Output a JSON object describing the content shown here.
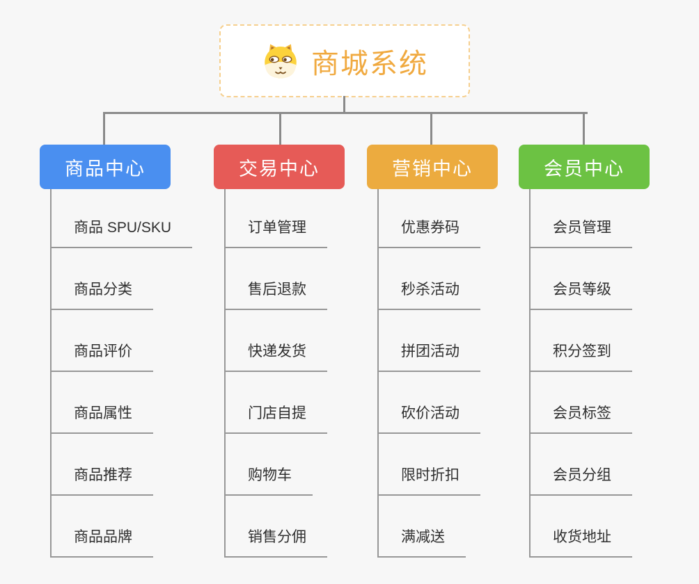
{
  "root": {
    "title": "商城系统",
    "icon": "dog-face-icon",
    "accent_color": "#f0a93f",
    "border_color": "#f6cf8d"
  },
  "branches": [
    {
      "label": "商品中心",
      "color": "#4a8ff0",
      "items": [
        "商品 SPU/SKU",
        "商品分类",
        "商品评价",
        "商品属性",
        "商品推荐",
        "商品品牌"
      ]
    },
    {
      "label": "交易中心",
      "color": "#e65b57",
      "items": [
        "订单管理",
        "售后退款",
        "快递发货",
        "门店自提",
        "购物车",
        "销售分佣"
      ]
    },
    {
      "label": "营销中心",
      "color": "#ecab3f",
      "items": [
        "优惠券码",
        "秒杀活动",
        "拼团活动",
        "砍价活动",
        "限时折扣",
        "满减送"
      ]
    },
    {
      "label": "会员中心",
      "color": "#6cc243",
      "items": [
        "会员管理",
        "会员等级",
        "积分签到",
        "会员标签",
        "会员分组",
        "收货地址"
      ]
    }
  ],
  "connector_color": "#8a8a8a",
  "background_color": "#f7f7f7"
}
